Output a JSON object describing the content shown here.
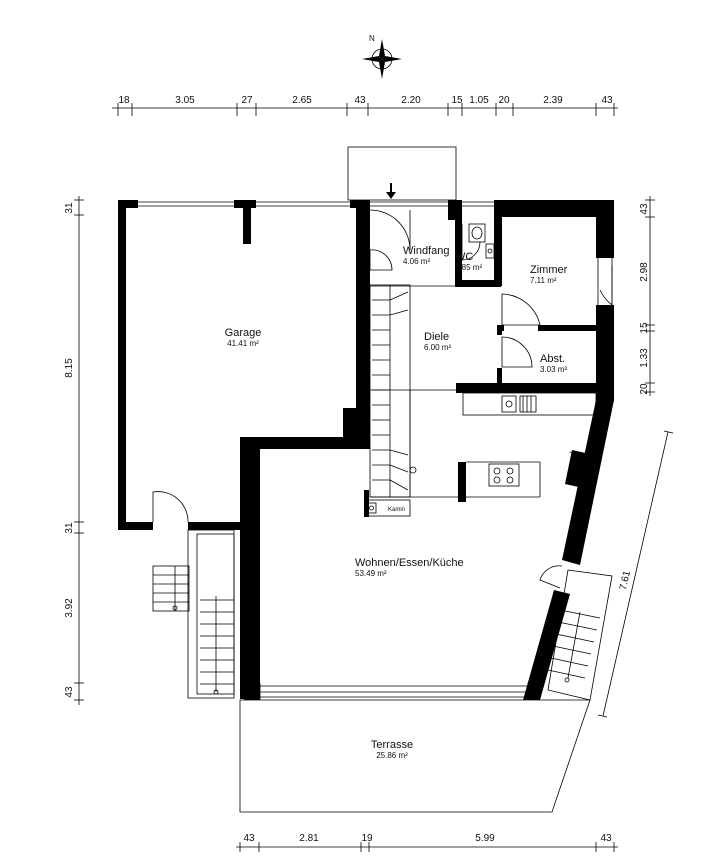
{
  "dimensions_top": [
    "18",
    "3.05",
    "27",
    "2.65",
    "43",
    "2.20",
    "15",
    "1.05",
    "20",
    "2.39",
    "43"
  ],
  "dimensions_bottom": [
    "43",
    "2.81",
    "19",
    "5.99",
    "43"
  ],
  "dimensions_left": [
    "31",
    "8.15",
    "31",
    "3.92",
    "43"
  ],
  "dimensions_right": [
    "43",
    "2.98",
    "15",
    "1.33",
    "20"
  ],
  "dimension_diagonal": "7.61",
  "compass_label": "N",
  "rooms": {
    "garage": {
      "name": "Garage",
      "area": "41.41 m²"
    },
    "windfang": {
      "name": "Windfang",
      "area": "4.06 m²"
    },
    "wc": {
      "name": "WC",
      "area": "1.85 m²"
    },
    "zimmer": {
      "name": "Zimmer",
      "area": "7.11 m²"
    },
    "diele": {
      "name": "Diele",
      "area": "6.00 m²"
    },
    "abst": {
      "name": "Abst.",
      "area": "3.03 m²"
    },
    "wohnen": {
      "name": "Wohnen/Essen/Küche",
      "area": "53.49 m²"
    },
    "terrasse": {
      "name": "Terrasse",
      "area": "25.86 m²"
    }
  },
  "kamin_label": "Kamin"
}
